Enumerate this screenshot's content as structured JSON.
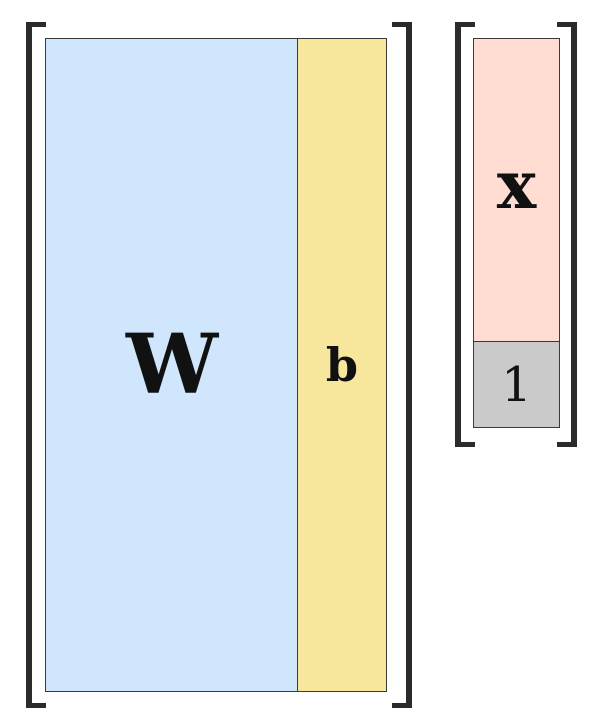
{
  "matrix": {
    "weights_label": "W",
    "bias_label": "b"
  },
  "vector": {
    "input_label": "x",
    "augment_label": "1"
  },
  "colors": {
    "weights_fill": "#d0e6fc",
    "bias_fill": "#f7e79c",
    "input_fill": "#ffddd2",
    "augment_fill": "#cacaca",
    "bracket": "#2b2b2b",
    "border": "#3a3a3a"
  }
}
